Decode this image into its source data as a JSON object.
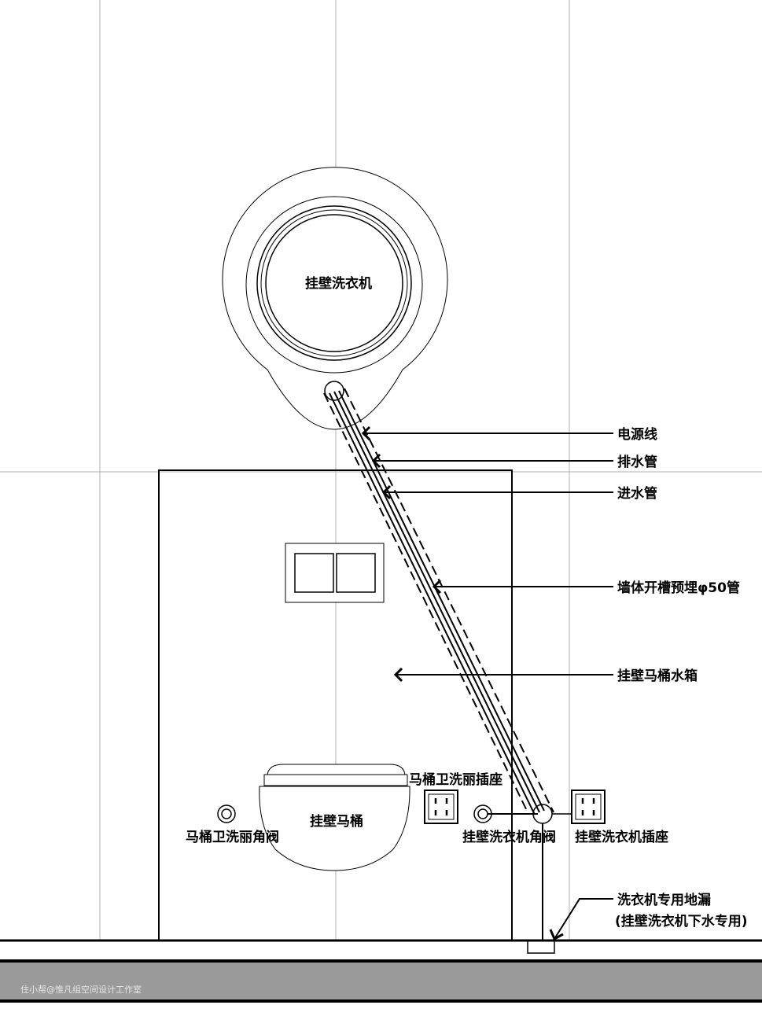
{
  "labels": {
    "washer": "挂壁洗衣机",
    "power_cord": "电源线",
    "drain_pipe": "排水管",
    "inlet_pipe": "进水管",
    "wall_groove": "墙体开槽预埋φ50管",
    "toilet_tank": "挂壁马桶水箱",
    "toilet_bidet_socket": "马桶卫洗丽插座",
    "toilet": "挂壁马桶",
    "toilet_angle_valve": "马桶卫洗丽角阀",
    "washer_angle_valve": "挂壁洗衣机角阀",
    "washer_socket": "挂壁洗衣机插座",
    "floor_drain_line1": "洗衣机专用地漏",
    "floor_drain_line2": "(挂壁洗衣机下水专用)"
  },
  "watermark": "住小帮@惟凡组空间设计工作室",
  "colors": {
    "line": "#000000",
    "grid": "#b0b0b0",
    "band": "#9a9a9a"
  }
}
